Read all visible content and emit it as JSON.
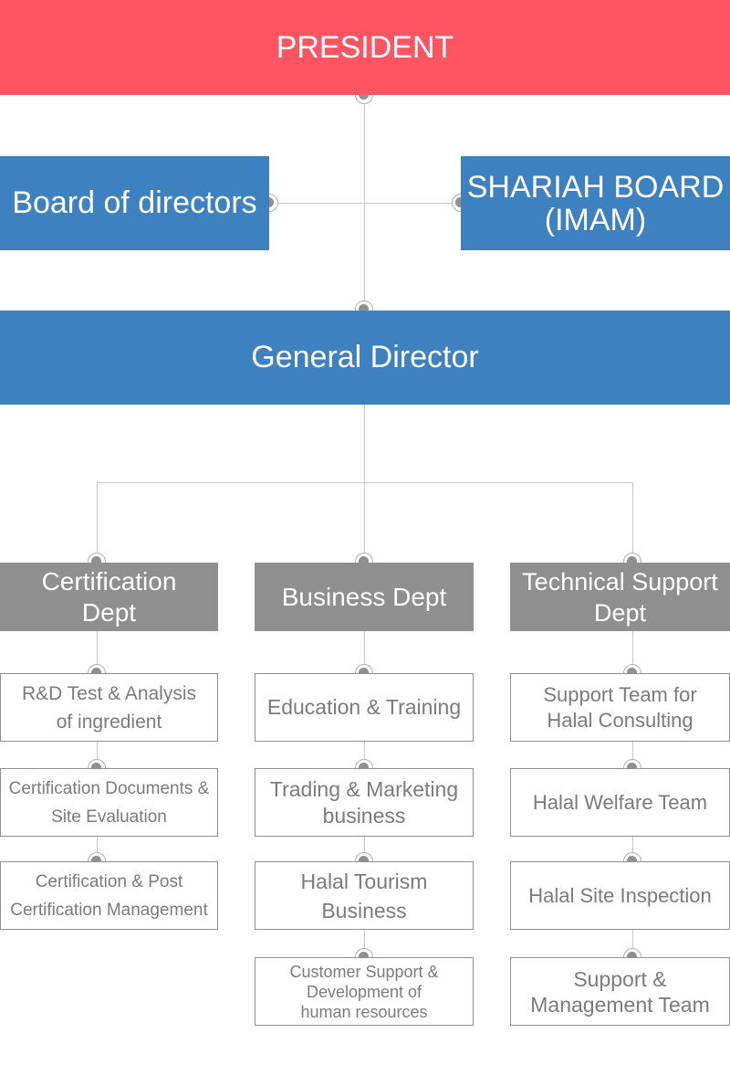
{
  "colors": {
    "president": "#ff5563",
    "primary_blue": "#3e81c0",
    "dept_gray": "#8f8f8f",
    "team_text": "#7b7b7b",
    "connector": "#c8c8c8"
  },
  "president": {
    "label": "PRESIDENT"
  },
  "board_of_directors": {
    "label": "Board of directors"
  },
  "shariah_board": {
    "label": "SHARIAH BOARD\n(IMAM)"
  },
  "general_director": {
    "label": "General Director"
  },
  "departments": [
    {
      "label": "Certification\nDept",
      "teams": [
        {
          "label": "R&D Test & Analysis\nof ingredient"
        },
        {
          "label": "Certification Documents &\nSite Evaluation"
        },
        {
          "label": "Certification & Post\nCertification Management"
        }
      ]
    },
    {
      "label": "Business Dept",
      "teams": [
        {
          "label": "Education & Training"
        },
        {
          "label": "Trading & Marketing\nbusiness"
        },
        {
          "label": "Halal Tourism\nBusiness"
        },
        {
          "label": "Customer Support &\nDevelopment of\nhuman resources"
        }
      ]
    },
    {
      "label": "Technical Support\nDept",
      "teams": [
        {
          "label": "Support Team for\nHalal Consulting"
        },
        {
          "label": "Halal Welfare Team"
        },
        {
          "label": "Halal Site Inspection"
        },
        {
          "label": "Support &\nManagement Team"
        }
      ]
    }
  ]
}
